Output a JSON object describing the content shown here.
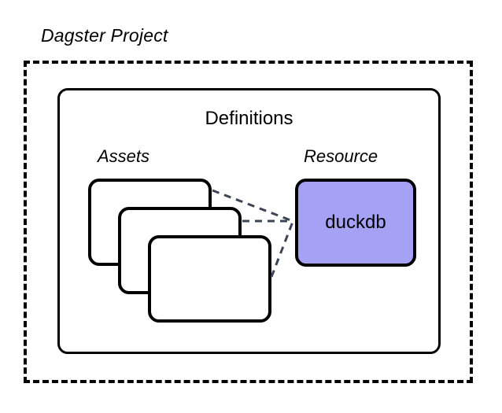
{
  "diagram": {
    "title": "Dagster Project",
    "background_color": "#ffffff",
    "outline_color": "#000000",
    "connector_color": "#3d4454",
    "containers": {
      "project": {
        "label": "Dagster Project",
        "border_style": "dashed",
        "border_color": "#000000"
      },
      "definitions": {
        "label": "Definitions",
        "border_style": "solid",
        "border_color": "#000000"
      }
    },
    "groups": [
      {
        "label": "Assets",
        "style": "italic"
      },
      {
        "label": "Resource",
        "style": "italic"
      }
    ],
    "assets": [
      {
        "label": ""
      },
      {
        "label": ""
      },
      {
        "label": ""
      }
    ],
    "resources": [
      {
        "label": "duckdb",
        "fill_color": "#a5a1f5",
        "border_color": "#000000"
      }
    ],
    "connections": [
      {
        "from": "asset-card-1",
        "to": "resource-duckdb",
        "style": "dashed"
      },
      {
        "from": "asset-card-2",
        "to": "resource-duckdb",
        "style": "dashed"
      },
      {
        "from": "asset-card-3",
        "to": "resource-duckdb",
        "style": "dashed"
      }
    ]
  }
}
